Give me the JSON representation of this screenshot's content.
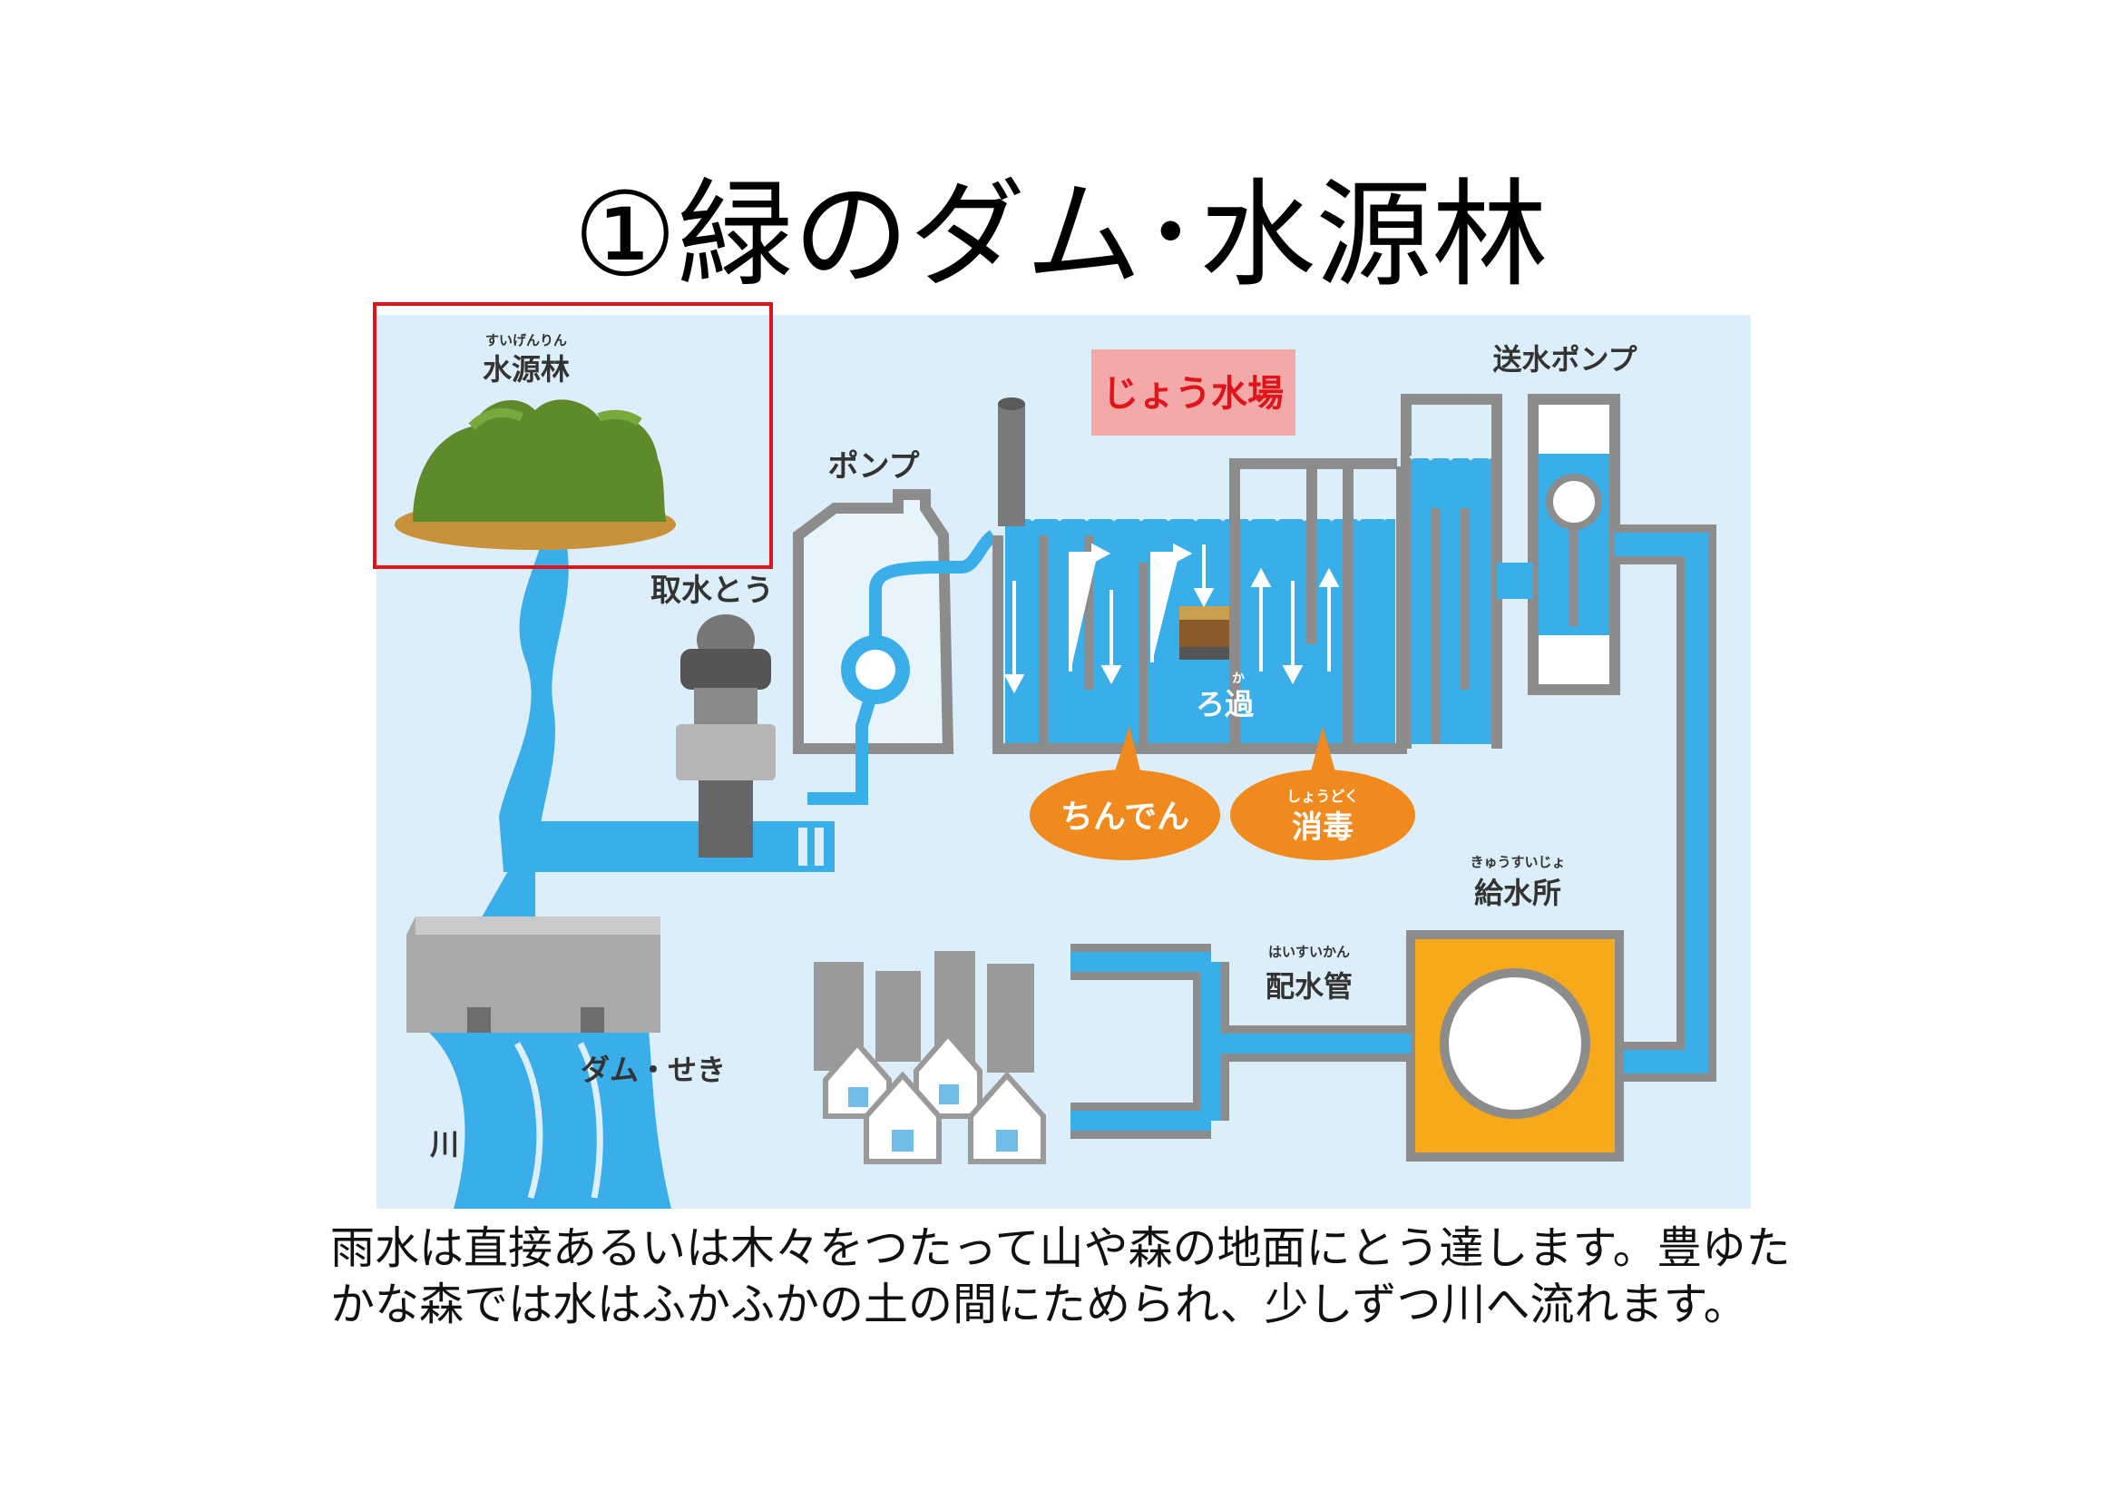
{
  "slide": {
    "title": "①緑のダム･水源林"
  },
  "diagram": {
    "labels": {
      "forest_ruby": "すいげんりん",
      "forest": "水源林",
      "intake_tower": "取水とう",
      "pump": "ポンプ",
      "treatment_plant": "じょう水場",
      "transmission_pump": "送水ポンプ",
      "filtration_ruby": "か",
      "filtration": "ろ過",
      "sedimentation": "ちんでん",
      "disinfection_ruby": "しょうどく",
      "disinfection": "消毒",
      "supply_station_ruby": "きゅうすいじょ",
      "supply_station": "給水所",
      "distribution_ruby": "はいすいかん",
      "distribution": "配水管",
      "dam": "ダム・せき",
      "river": "川"
    },
    "colors": {
      "background": "#dceefa",
      "water": "#3aaee8",
      "pipe_wall": "#8c8c8c",
      "forest": "#5e8a2c",
      "soil": "#c8913a",
      "bubble": "#f08a1e",
      "plant_tag": "#f4a9a9",
      "supply_box": "#f6a91a",
      "highlight": "#e0141b"
    }
  },
  "caption": {
    "line1": "雨水は直接あるいは木々をつたって山や森の地面にとう達します。豊ゆた",
    "line2": "かな森では水はふかふかの土の間にためられ、少しずつ川へ流れます。"
  }
}
